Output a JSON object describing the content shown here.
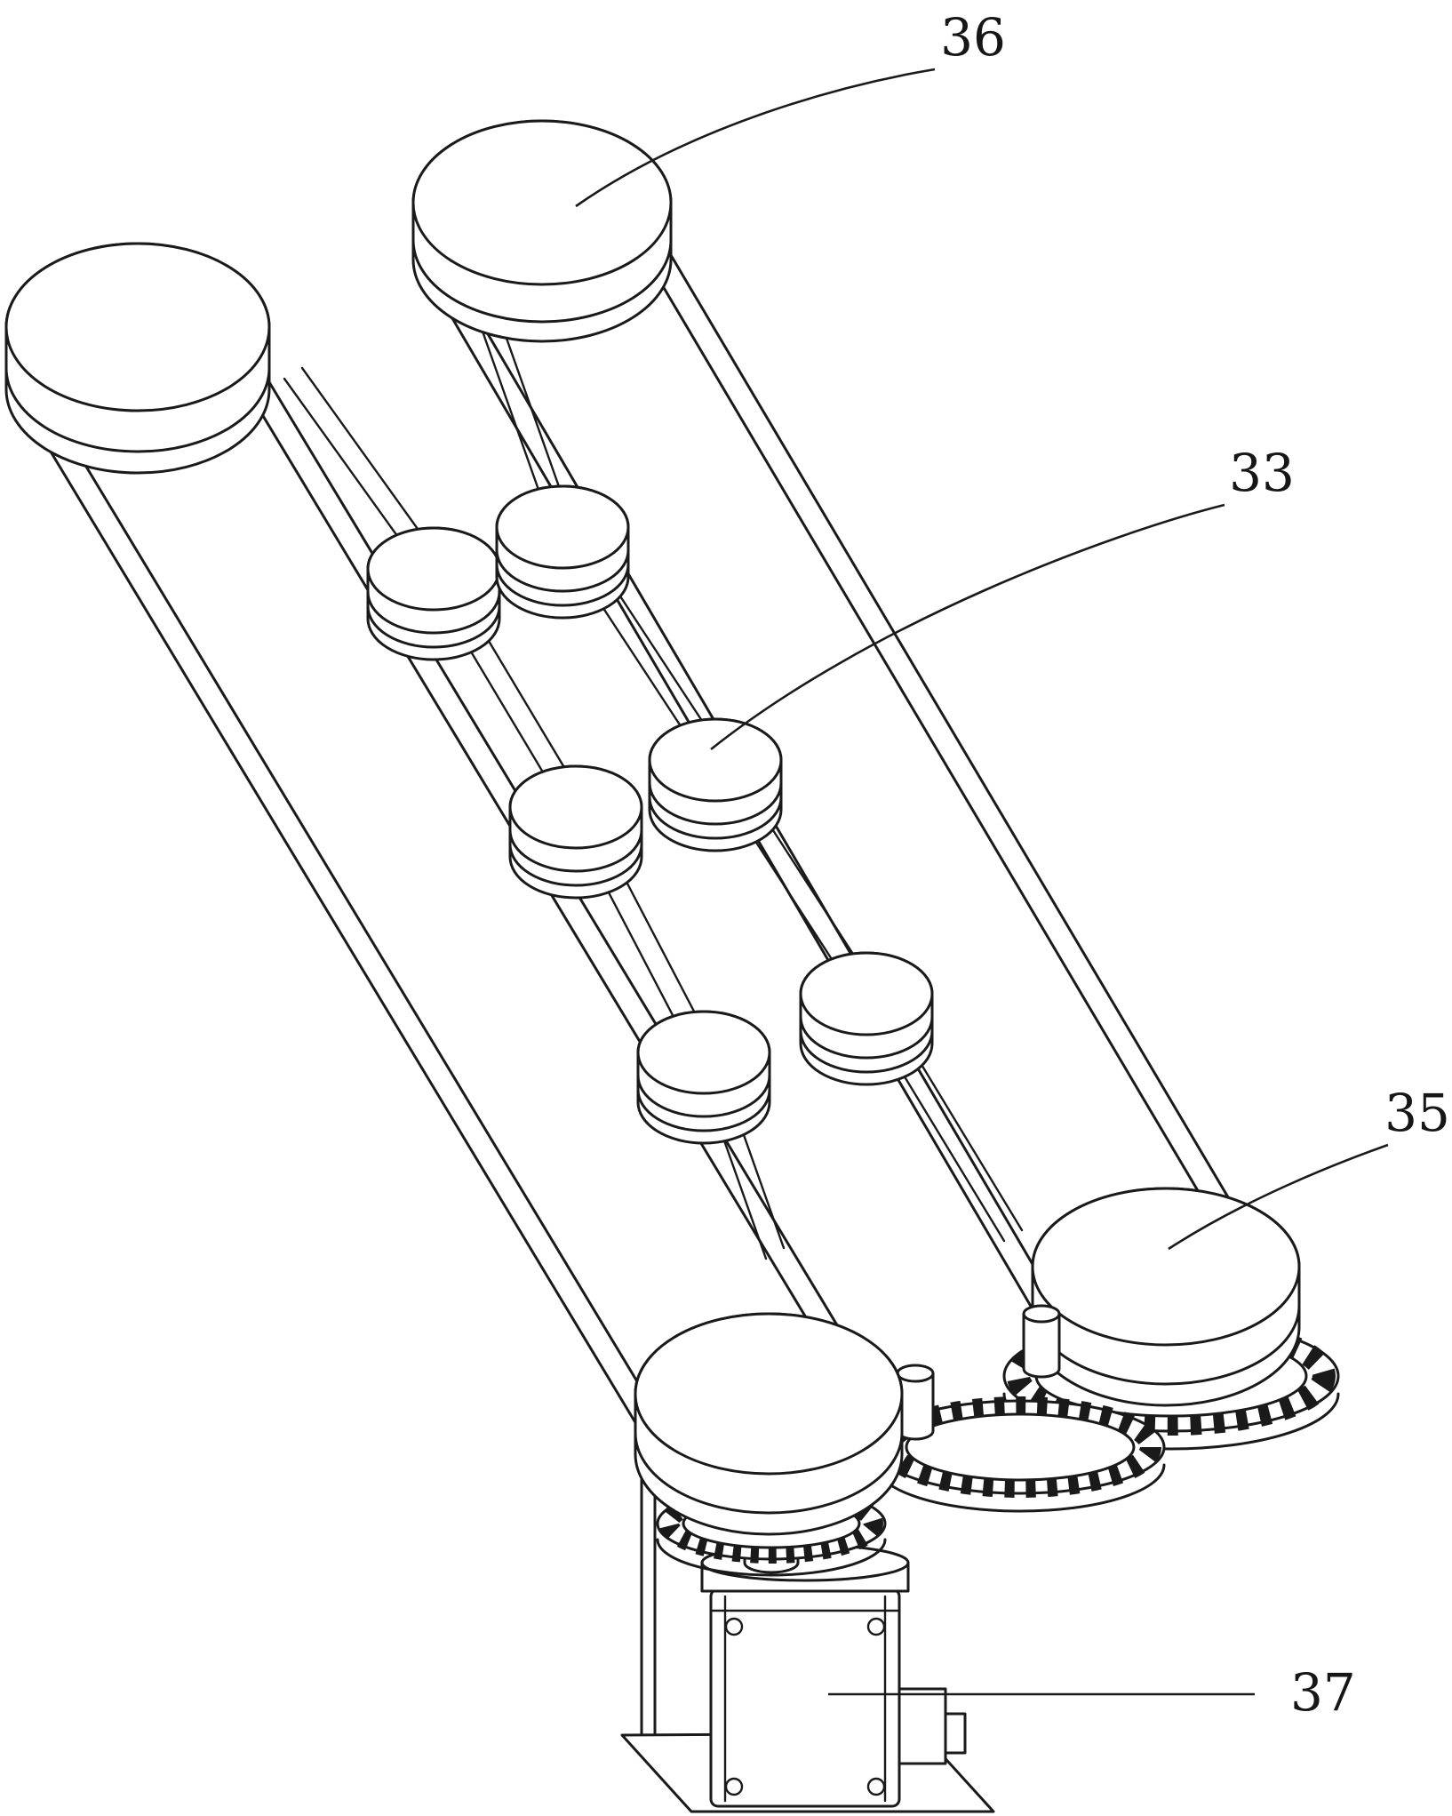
{
  "figure": {
    "kind": "patent-style isometric line drawing",
    "description": "Dual belt-and-pulley drive assembly with tensioner rollers, meshing gear train and a drive motor",
    "background_color": "#ffffff",
    "line_color": "#1a1a1a"
  },
  "annotations": {
    "a36": {
      "label": "36",
      "target": "top-center-drive-pulley"
    },
    "a33": {
      "label": "33",
      "target": "middle-tensioner-roller"
    },
    "a35": {
      "label": "35",
      "target": "lower-right-driven-pulley"
    },
    "a37": {
      "label": "37",
      "target": "drive-motor"
    }
  }
}
